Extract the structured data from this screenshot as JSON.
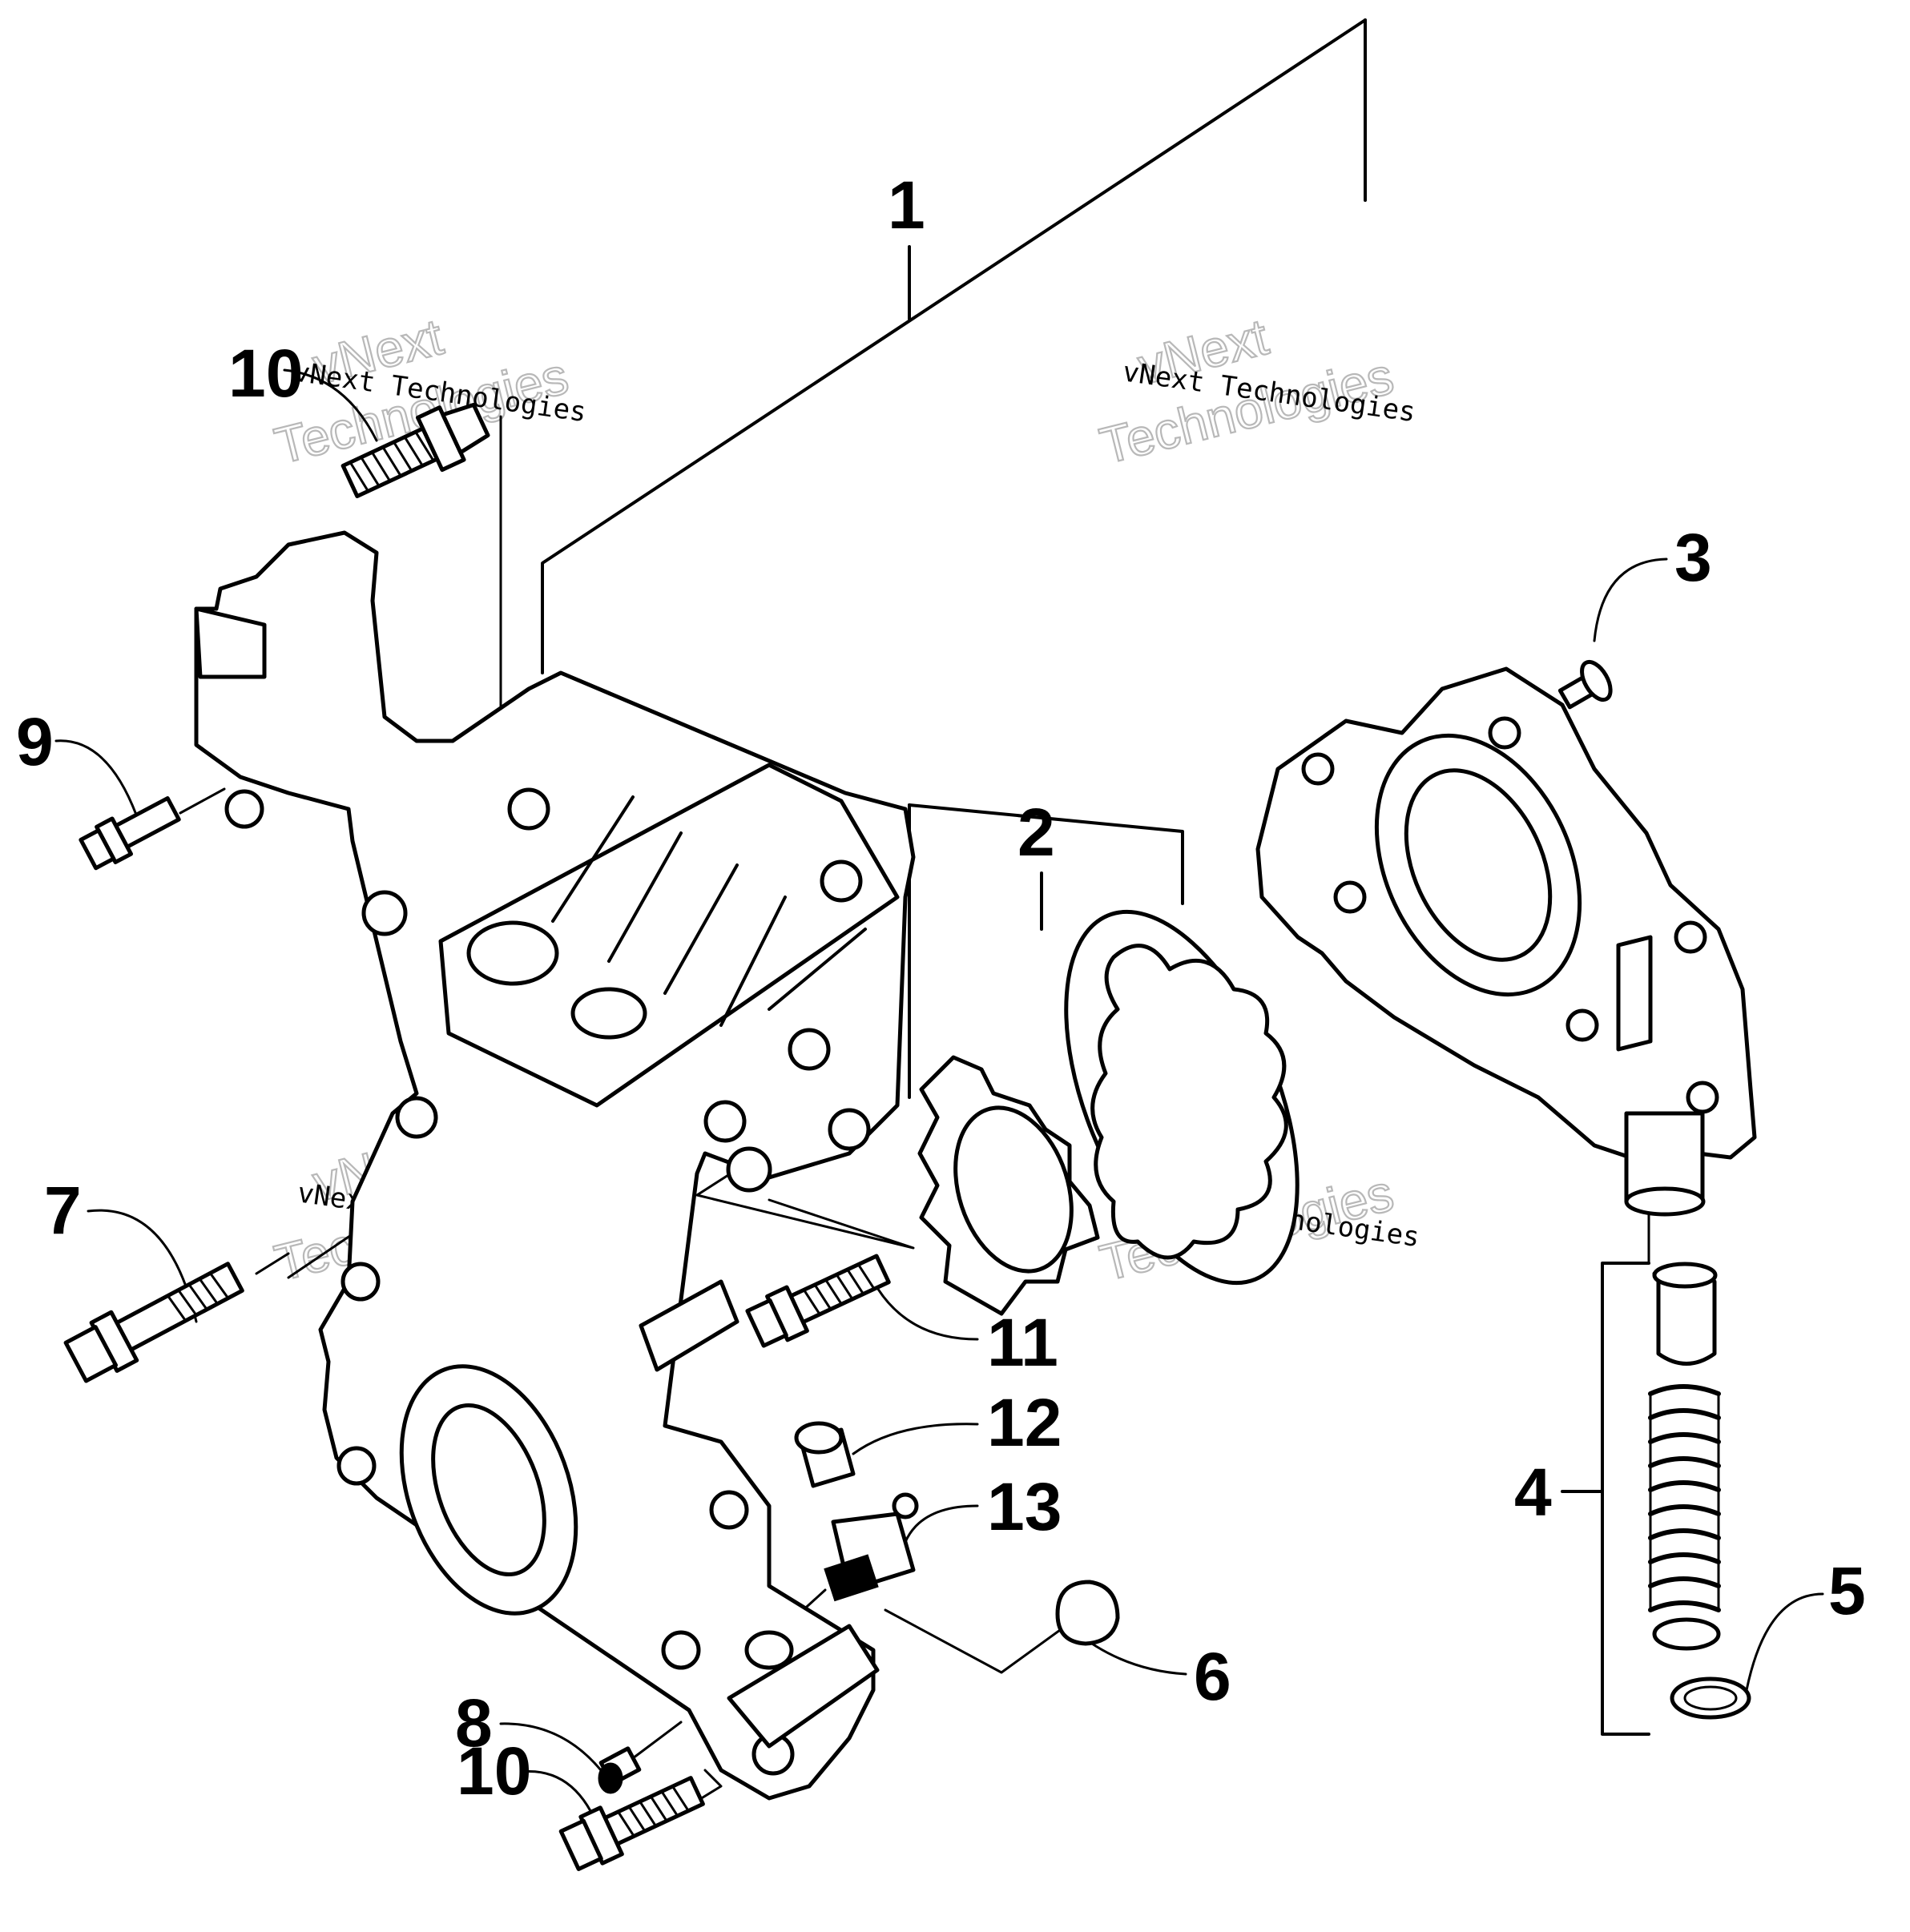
{
  "callouts": [
    {
      "id": "c1",
      "label": "1"
    },
    {
      "id": "c2",
      "label": "2"
    },
    {
      "id": "c3",
      "label": "3"
    },
    {
      "id": "c4",
      "label": "4"
    },
    {
      "id": "c5",
      "label": "5"
    },
    {
      "id": "c6",
      "label": "6"
    },
    {
      "id": "c7",
      "label": "7"
    },
    {
      "id": "c8",
      "label": "8"
    },
    {
      "id": "c9",
      "label": "9"
    },
    {
      "id": "c10a",
      "label": "10"
    },
    {
      "id": "c10b",
      "label": "10"
    },
    {
      "id": "c11",
      "label": "11"
    },
    {
      "id": "c12",
      "label": "12"
    },
    {
      "id": "c13",
      "label": "13"
    }
  ],
  "watermark": {
    "line1": "vNext Technologies",
    "word1": "vNext",
    "word2": "Technologies"
  }
}
